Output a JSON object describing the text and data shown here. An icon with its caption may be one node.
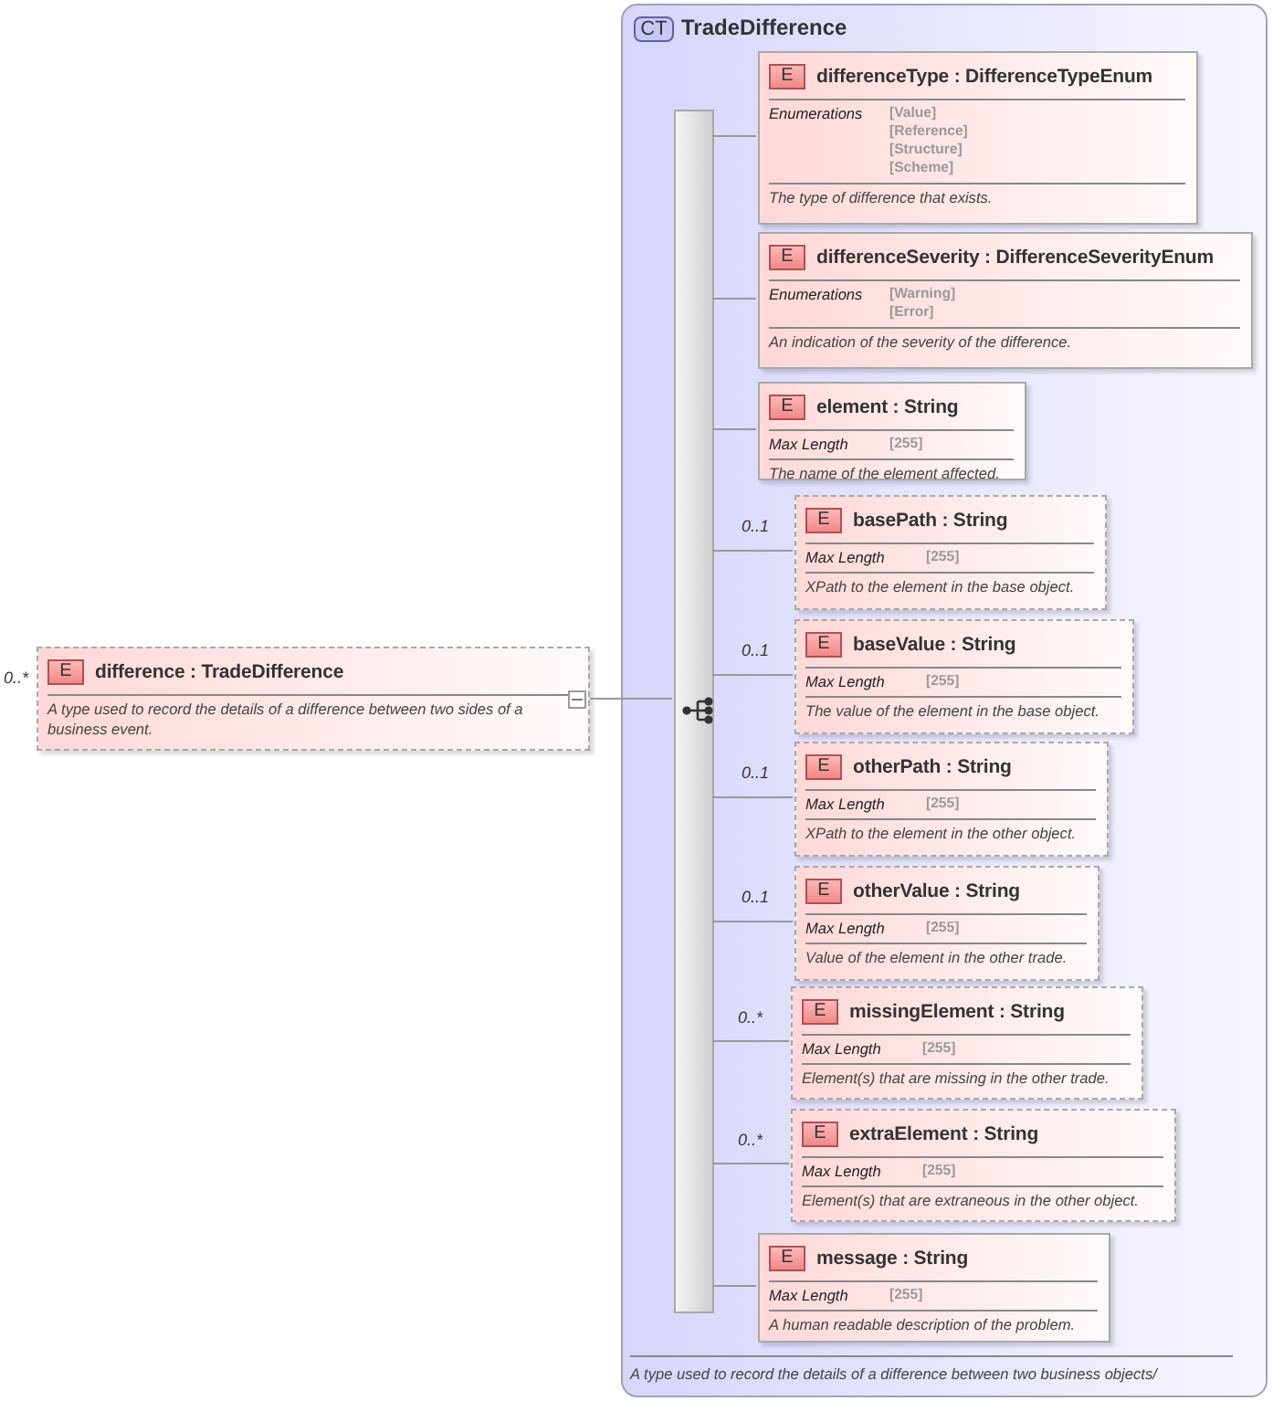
{
  "diagram": {
    "nodes": [
      {
        "text": [
          "E",
          "difference : TradeDifference",
          "A type used to record the details of a difference between two sides of a business event."
        ],
        "beside": [
          "0..*"
        ]
      },
      {
        "text": [
          "CT",
          "TradeDifference",
          "A type used to record the details of a difference between two business objects/"
        ]
      },
      {
        "text": [],
        "shape": "bar",
        "in": 1
      },
      {
        "text": [
          "E",
          "differenceType : DifferenceTypeEnum",
          "Enumerations",
          "[Value]",
          "[Reference]",
          "[Structure]",
          "[Scheme]",
          "The type of difference that exists."
        ],
        "in": 1
      },
      {
        "text": [
          "E",
          "differenceSeverity : DifferenceSeverityEnum",
          "Enumerations",
          "[Warning]",
          "[Error]",
          "An indication of the severity of the difference."
        ],
        "in": 1
      },
      {
        "text": [
          "E",
          "element : String",
          "Max Length",
          "[255]",
          "The name of the element affected."
        ],
        "in": 1
      },
      {
        "text": [
          "E",
          "basePath : String",
          "Max Length",
          "[255]",
          "XPath to the element in the base object."
        ],
        "beside": [
          "0..1"
        ],
        "in": 1
      },
      {
        "text": [
          "E",
          "baseValue : String",
          "Max Length",
          "[255]",
          "The value of the element in the base object."
        ],
        "beside": [
          "0..1"
        ],
        "in": 1
      },
      {
        "text": [
          "E",
          "otherPath : String",
          "Max Length",
          "[255]",
          "XPath to the element in the other object."
        ],
        "beside": [
          "0..1"
        ],
        "in": 1
      },
      {
        "text": [
          "E",
          "otherValue : String",
          "Max Length",
          "[255]",
          "Value of the element in the other trade."
        ],
        "beside": [
          "0..1"
        ],
        "in": 1
      },
      {
        "text": [
          "E",
          "missingElement : String",
          "Max Length",
          "[255]",
          "Element(s) that are missing in the other trade."
        ],
        "beside": [
          "0..*"
        ],
        "in": 1
      },
      {
        "text": [
          "E",
          "extraElement : String",
          "Max Length",
          "[255]",
          "Element(s) that are extraneous in the other object."
        ],
        "beside": [
          "0..*"
        ],
        "in": 1
      },
      {
        "text": [
          "E",
          "message : String",
          "Max Length",
          "[255]",
          "A human readable description of the problem."
        ],
        "in": 1
      }
    ],
    "edges": [
      {
        "from": 0,
        "to": 2,
        "arrow": "none"
      },
      {
        "from": 2,
        "to": 3,
        "arrow": "none"
      },
      {
        "from": 2,
        "to": 4,
        "arrow": "none"
      },
      {
        "from": 2,
        "to": 5,
        "arrow": "none"
      },
      {
        "from": 2,
        "to": 6,
        "arrow": "none"
      },
      {
        "from": 2,
        "to": 7,
        "arrow": "none"
      },
      {
        "from": 2,
        "to": 8,
        "arrow": "none"
      },
      {
        "from": 2,
        "to": 9,
        "arrow": "none"
      },
      {
        "from": 2,
        "to": 10,
        "arrow": "none"
      },
      {
        "from": 2,
        "to": 11,
        "arrow": "none"
      },
      {
        "from": 2,
        "to": 12,
        "arrow": "none"
      }
    ]
  }
}
